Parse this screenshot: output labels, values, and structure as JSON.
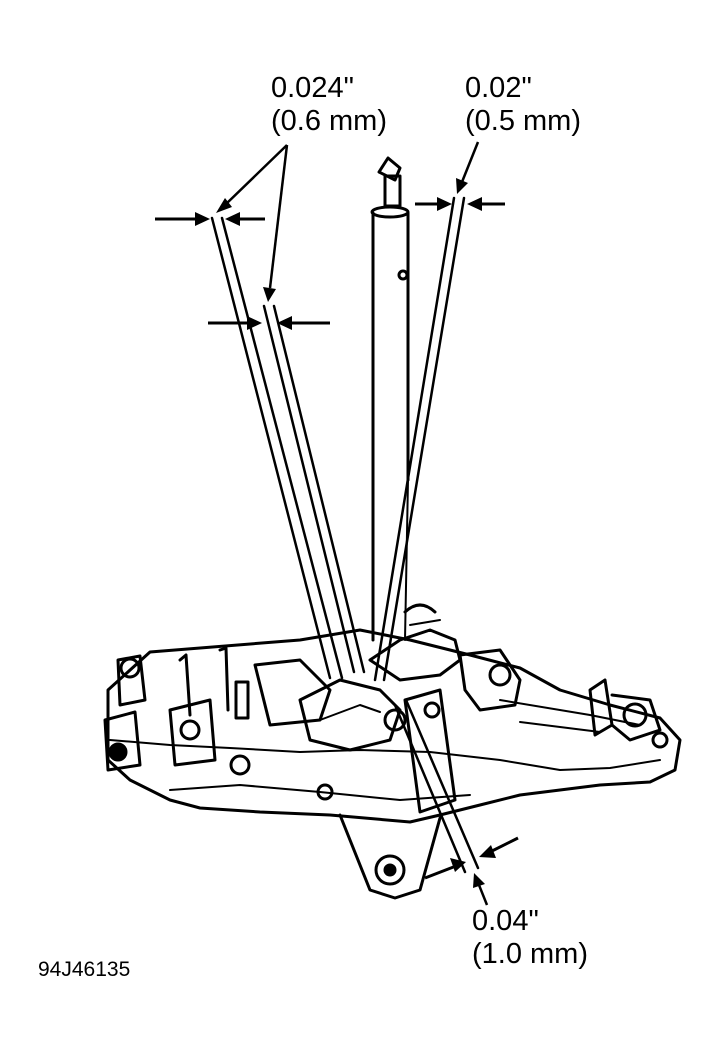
{
  "callouts": {
    "gap_0024": {
      "inch": "0.024\"",
      "mm": "(0.6 mm)"
    },
    "gap_002": {
      "inch": "0.02\"",
      "mm": "(0.5 mm)"
    },
    "gap_004": {
      "inch": "0.04\"",
      "mm": "(1.0 mm)"
    }
  },
  "figure_id": "94J46135",
  "colors": {
    "ink": "#000000",
    "paper": "#ffffff"
  }
}
